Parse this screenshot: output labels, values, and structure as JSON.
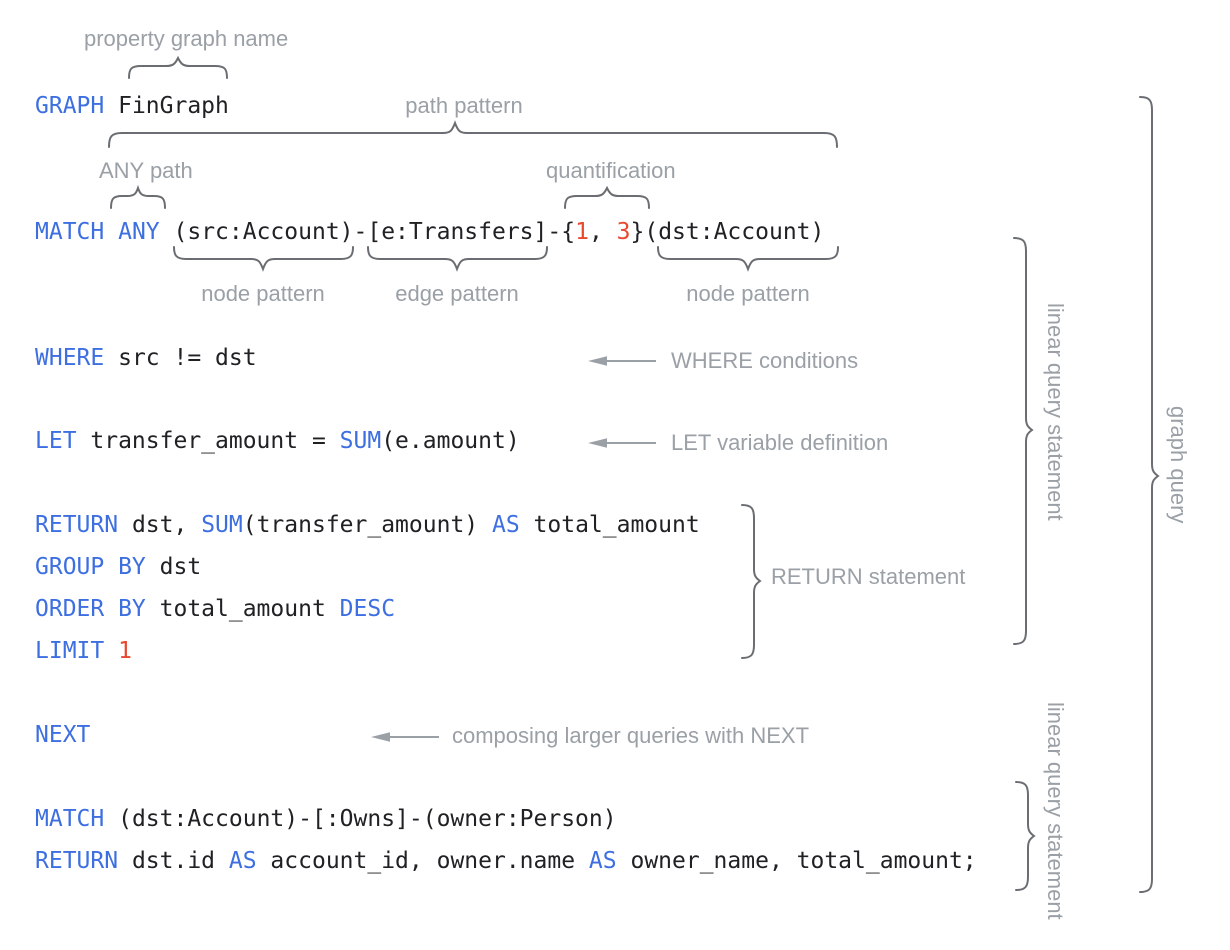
{
  "colors": {
    "keyword_blue": "#3d6fe0",
    "number_orange": "#e8492e",
    "code_black": "#202124",
    "annotation_gray": "#9aa0a6",
    "brace_gray": "#6a6e72",
    "background": "#ffffff"
  },
  "annotations": {
    "property_graph_name": "property graph name",
    "path_pattern": "path pattern",
    "any_path": "ANY path",
    "quantification": "quantification",
    "node_pattern_left": "node pattern",
    "edge_pattern": "edge pattern",
    "node_pattern_right": "node pattern",
    "where_conditions": "WHERE conditions",
    "let_variable_definition": "LET variable definition",
    "return_statement": "RETURN statement",
    "next_note": "composing larger queries with NEXT",
    "linear_query_statement_top": "linear query statement",
    "linear_query_statement_bottom": "linear query statement",
    "graph_query": "graph query"
  },
  "code_lines": [
    {
      "name": "graph-clause",
      "tokens": [
        {
          "type": "kw",
          "text": "GRAPH"
        },
        {
          "type": "code",
          "text": " FinGraph"
        }
      ]
    },
    {
      "name": "match-any",
      "tokens": [
        {
          "type": "kw",
          "text": "MATCH"
        },
        {
          "type": "code",
          "text": " "
        },
        {
          "type": "kw",
          "text": "ANY"
        },
        {
          "type": "code",
          "text": " (src:Account)-[e:Transfers]-{"
        },
        {
          "type": "num",
          "text": "1"
        },
        {
          "type": "code",
          "text": ", "
        },
        {
          "type": "num",
          "text": "3"
        },
        {
          "type": "code",
          "text": "}(dst:Account)"
        }
      ]
    },
    {
      "name": "where",
      "tokens": [
        {
          "type": "kw",
          "text": "WHERE"
        },
        {
          "type": "code",
          "text": " src != dst"
        }
      ]
    },
    {
      "name": "let",
      "tokens": [
        {
          "type": "kw",
          "text": "LET"
        },
        {
          "type": "code",
          "text": " transfer_amount = "
        },
        {
          "type": "kw",
          "text": "SUM"
        },
        {
          "type": "code",
          "text": "(e.amount)"
        }
      ]
    },
    {
      "name": "return-agg",
      "tokens": [
        {
          "type": "kw",
          "text": "RETURN"
        },
        {
          "type": "code",
          "text": " dst, "
        },
        {
          "type": "kw",
          "text": "SUM"
        },
        {
          "type": "code",
          "text": "(transfer_amount) "
        },
        {
          "type": "kw",
          "text": "AS"
        },
        {
          "type": "code",
          "text": " total_amount"
        }
      ]
    },
    {
      "name": "group-by",
      "tokens": [
        {
          "type": "kw",
          "text": "GROUP BY"
        },
        {
          "type": "code",
          "text": " dst"
        }
      ]
    },
    {
      "name": "order-by",
      "tokens": [
        {
          "type": "kw",
          "text": "ORDER BY"
        },
        {
          "type": "code",
          "text": " total_amount "
        },
        {
          "type": "kw",
          "text": "DESC"
        }
      ]
    },
    {
      "name": "limit",
      "tokens": [
        {
          "type": "kw",
          "text": "LIMIT"
        },
        {
          "type": "code",
          "text": " "
        },
        {
          "type": "num",
          "text": "1"
        }
      ]
    },
    {
      "name": "next",
      "tokens": [
        {
          "type": "kw",
          "text": "NEXT"
        }
      ]
    },
    {
      "name": "match-owns",
      "tokens": [
        {
          "type": "kw",
          "text": "MATCH"
        },
        {
          "type": "code",
          "text": " (dst:Account)-[:Owns]-(owner:Person)"
        }
      ]
    },
    {
      "name": "return-final",
      "tokens": [
        {
          "type": "kw",
          "text": "RETURN"
        },
        {
          "type": "code",
          "text": " dst.id "
        },
        {
          "type": "kw",
          "text": "AS"
        },
        {
          "type": "code",
          "text": " account_id, owner.name "
        },
        {
          "type": "kw",
          "text": "AS"
        },
        {
          "type": "code",
          "text": " owner_name, total_amount;"
        }
      ]
    }
  ]
}
